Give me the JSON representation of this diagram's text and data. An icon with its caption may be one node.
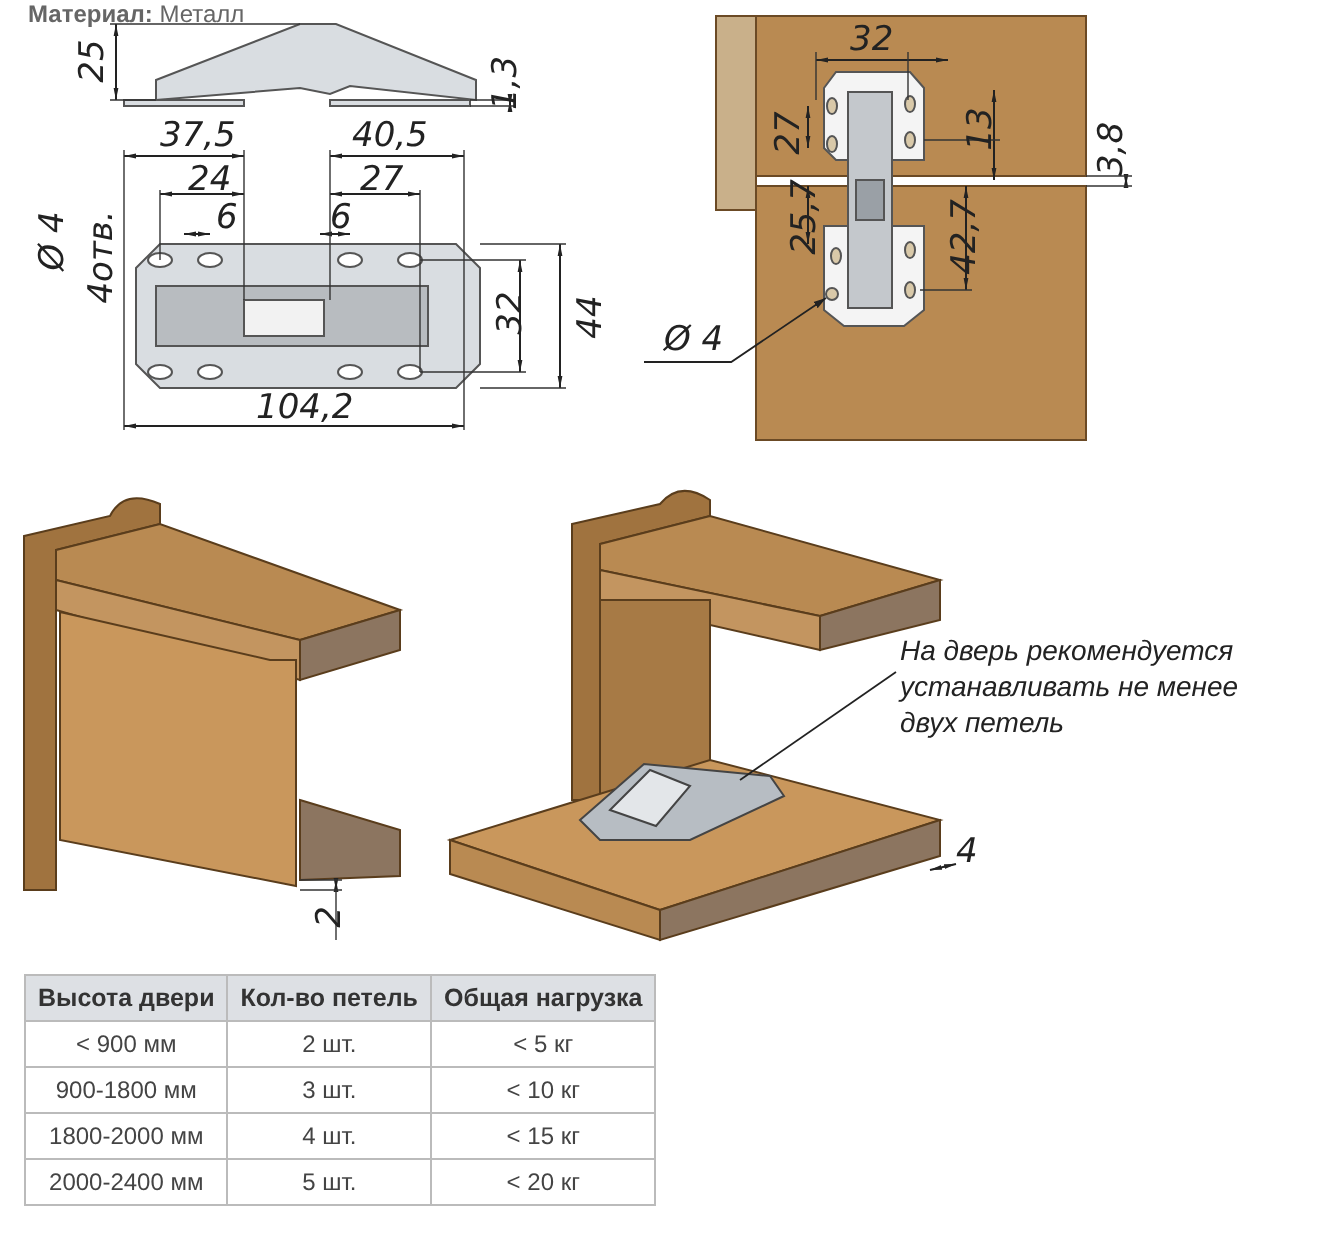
{
  "diagram": {
    "nodes": [
      {
        "text": [
          "Ø 4"
        ]
      },
      {
        "text": [],
        "shape": "circle"
      },
      {
        "text": [
          "На дверь рекомендуется устанавливать не менее двух петель"
        ]
      },
      {
        "text": [],
        "shape": "picture"
      }
    ],
    "edges": [
      {
        "from": 0,
        "to": 1,
        "arrow": "to"
      },
      {
        "from": 2,
        "to": 3,
        "arrow": "none"
      }
    ],
    "labels": [
      "**Материал:** Металл",
      "25",
      "1,3",
      "37,5",
      "40,5",
      "24",
      "27",
      "6",
      "6",
      "Ø 4",
      "4отв.",
      "32",
      "44",
      "104,2",
      "32",
      "27",
      "13",
      "3,8",
      "25,7",
      "42,7",
      "2",
      "4",
      "Высота двери",
      "Кол-во петель",
      "Общая нагрузка",
      "< 900 мм",
      "2 шт.",
      "< 5 кг",
      "900-1800 мм",
      "3 шт.",
      "< 10 кг",
      "1800-2000 мм",
      "4 шт.",
      "< 15 кг",
      "2000-2400 мм",
      "5 шт.",
      "< 20 кг"
    ]
  }
}
